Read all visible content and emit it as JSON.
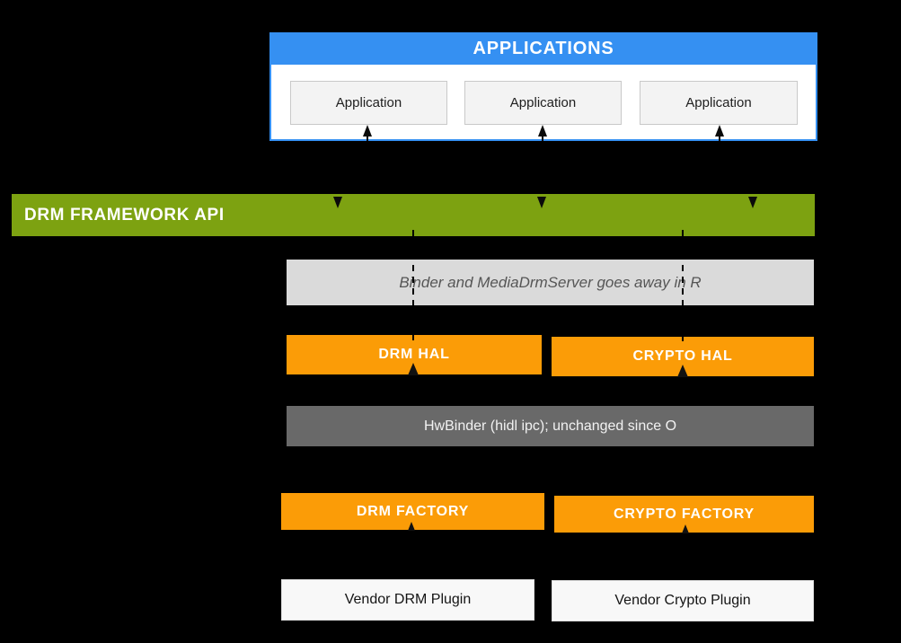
{
  "colors": {
    "background": "#000000",
    "applications_blue": "#3590f2",
    "framework_green": "#7da211",
    "hal_orange": "#fb9c07",
    "note_gray": "#dadada",
    "hwbinder_gray": "#696969",
    "panel_white": "#f8f8f8"
  },
  "applications": {
    "header": "APPLICATIONS",
    "apps": [
      "Application",
      "Application",
      "Application"
    ]
  },
  "framework_api": {
    "label": "DRM FRAMEWORK API"
  },
  "binder_note": {
    "label": "Binder and MediaDrmServer  goes away in R"
  },
  "hal_layer": {
    "drm": "DRM HAL",
    "crypto": "CRYPTO HAL"
  },
  "hwbinder": {
    "label": "HwBinder (hidl ipc); unchanged since O"
  },
  "factory_layer": {
    "drm": "DRM FACTORY",
    "crypto": "CRYPTO FACTORY"
  },
  "vendor_layer": {
    "drm": "Vendor DRM Plugin",
    "crypto": "Vendor Crypto Plugin"
  }
}
